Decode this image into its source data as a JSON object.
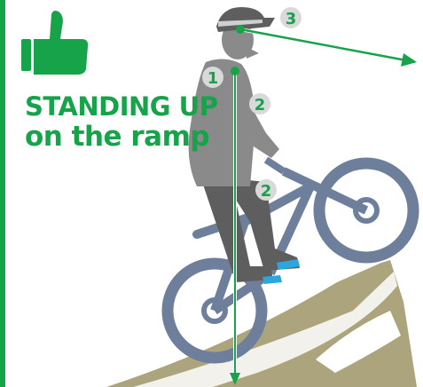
{
  "caption": {
    "line1": "STANDING UP",
    "line2": "on the ramp"
  },
  "markers": [
    {
      "id": "1",
      "label": "1"
    },
    {
      "id": "2a",
      "label": "2"
    },
    {
      "id": "2b",
      "label": "2"
    },
    {
      "id": "3",
      "label": "3"
    }
  ],
  "icons": {
    "thumb": "thumbs-up-icon"
  },
  "colors": {
    "accent": "#16a34a",
    "rider_light": "#8a8a8a",
    "rider_dark": "#5e5e5e",
    "bike": "#6e7f9b",
    "ramp": "#aca47c",
    "shoe_accent": "#29a8e0",
    "badge_bg": "#d9d9d9",
    "line": "#ffffff"
  }
}
